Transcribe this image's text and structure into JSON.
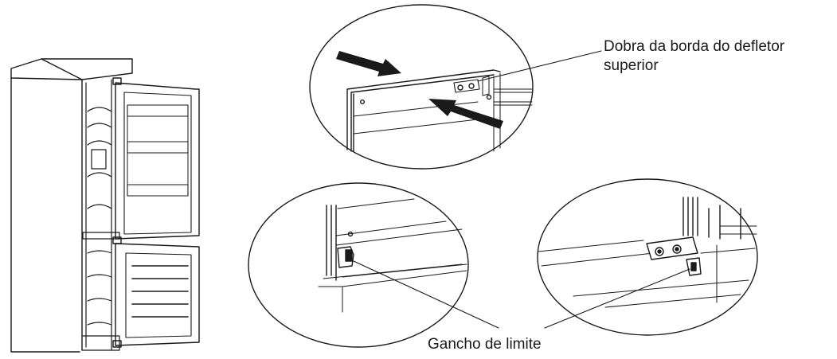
{
  "labels": {
    "top_baffle_fold_line1": "Dobra da borda do defletor",
    "top_baffle_fold_line2": "superior",
    "limit_hook": "Gancho de limite"
  },
  "colors": {
    "line": "#1a1a1a",
    "background": "#ffffff"
  }
}
